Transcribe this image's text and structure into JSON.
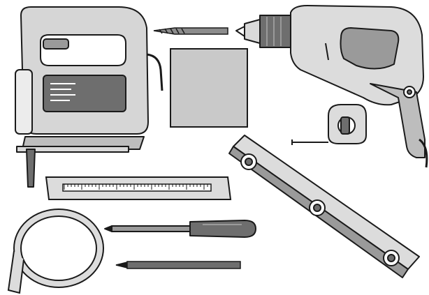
{
  "scene": {
    "subject": "tools",
    "colors": {
      "outline": "#1a1a1a",
      "light_gray": "#dcdcdc",
      "mid_gray": "#bdbdbd",
      "dark_gray": "#6e6e6e",
      "background": "#ffffff"
    },
    "items": [
      {
        "name": "jigsaw"
      },
      {
        "name": "drill-bit"
      },
      {
        "name": "sandpaper-sheet"
      },
      {
        "name": "power-drill"
      },
      {
        "name": "tape-measure"
      },
      {
        "name": "spirit-level"
      },
      {
        "name": "ruler"
      },
      {
        "name": "tape-roll"
      },
      {
        "name": "screwdriver"
      },
      {
        "name": "pencil"
      }
    ]
  }
}
